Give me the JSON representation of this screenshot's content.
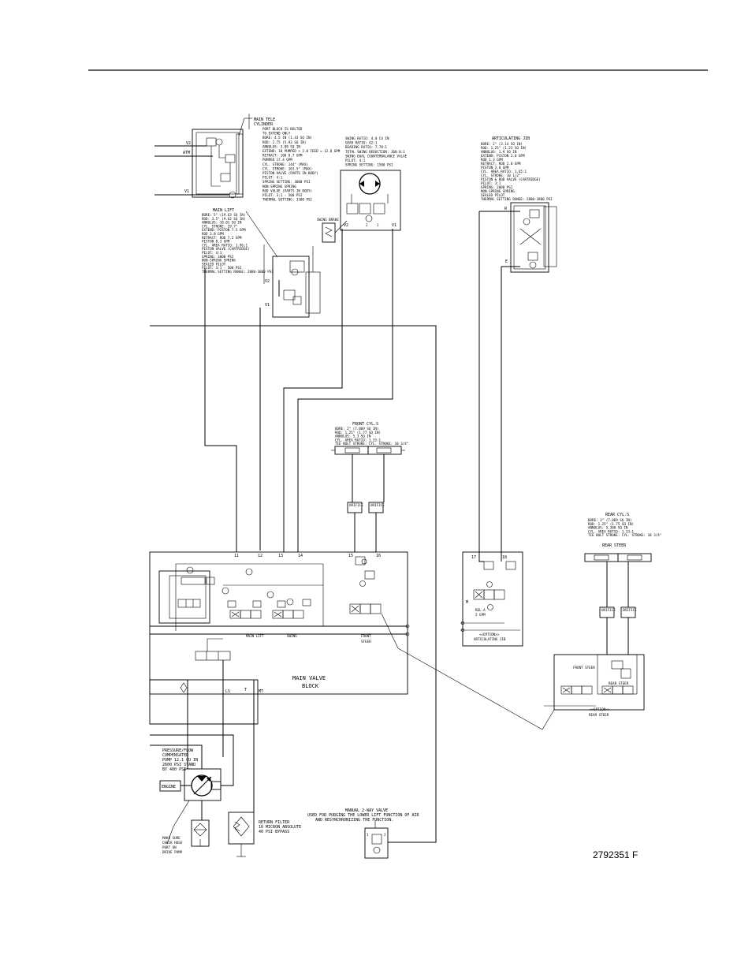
{
  "drawing_number": "2792351 F",
  "main_tele_cylinder": {
    "title": [
      "MAIN TELE",
      "CYLINDER"
    ],
    "specs": [
      "PORT BLOCK IS BOLTED",
      "TO EXTEND ONLY",
      "BORE: 4.5 IN (1.43 SQ IN)",
      "ROD: 2.75 (5.93 SQ IN)",
      "ANNULUS: 3.88 SQ IN",
      "EXTEND: 10 PUMPED + 2.8 FEED = 12.8 GPM",
      "RETRACT: 108 8.7 GPM",
      "PUMPED 17.4 GPM",
      "CYL. STROKE: 144\" (MAX)",
      "CYL. STROKE: 101.5\" (MAX)",
      "PISTON VALVE (PARTS IN BODY)",
      "PILOT: 4:1",
      "SPRING SETTING: 3000 PSI",
      "NON-SPRING SPRING",
      "ROD VALVE (PARTS IN BODY)",
      "PILOT: 3:1 - 500 PSI",
      "THERMAL SETTING: 3300 PSI"
    ],
    "port_labels": [
      "V2",
      "ATM",
      "V1"
    ]
  },
  "main_lift": {
    "title": "MAIN LIFT",
    "specs": [
      "BORE: 5\" (19.63 SQ IN)",
      "ROD: 3.5\" (9.62 SQ IN)",
      "ANNULUS: 10.01 SQ IN",
      "CYL. STROKE: 29.7\"",
      "EXTEND: PISTON 7.5 GPM",
      "ROD 3.8 GPM",
      "RETRACT: ROD 7.2 GPM",
      "PISTON 8.3 GPM",
      "CYL. AREA RATIO: 1.96:1",
      "PISTON VALVE (CARTRIDGE)",
      "PILOT: 4:1",
      "SPRING: 3000 PSI",
      "NON-SPRING SPRING",
      "SEALED PILOT",
      "PILOT: 3:1 - 500 PSI",
      "THERMAL SETTING RANGE: 2800-3800 PSI"
    ],
    "port_labels": [
      "V2",
      "V1"
    ]
  },
  "swing_motor": {
    "specs": [
      "SWING RATIO: 4.0 CU IN",
      "GEAR RATIO: 62:1",
      "BEARING RATIO: 7.78:1",
      "TOTAL SWING REDUCTION: 360.0:1",
      "SWING DUAL COUNTERBALANCE VALVE",
      "PILOT: 4:1",
      "SPRING SETTING: 1500 PSI"
    ],
    "brake_label": "SWING BRAKE",
    "port_labels": [
      "V2",
      "V1",
      "2",
      "1"
    ]
  },
  "articulating_jib": {
    "title": "ARTICULATING JIB",
    "specs": [
      "BORE: 2\" (3.14 SQ IN)",
      "ROD: 1.25\" (1.23 SQ IN)",
      "ANNULUS: 1.9 SQ IN",
      "EXTEND: PISTON 2.0 GPM",
      "ROD 1.3 GPM",
      "RETRACT: ROD 2.0 GPM",
      "PISTON 3.0 GPM",
      "CYL. AREA RATIO: 1.65:1",
      "CYL. STROKE: 10 1/2\"",
      "PISTON & ROD VALVE (CARTRIDGE)",
      "PILOT: 3:1",
      "SPRING: 2000 PSI",
      "NON-SPRING SPRING",
      "SEALED PILOT",
      "THERMAL SETTING RANGE: 2800-3800 PSI"
    ],
    "port_labels": [
      "R",
      "E"
    ]
  },
  "front_steer_cyl": {
    "title": "FRONT CYL.S",
    "specs": [
      "BORE: 2\" (7.069 SQ IN)",
      "ROD: 1.25\" (1.77 SQ IN)",
      "ANNULUS: 5.3 SQ IN",
      "CYL. AREA RATIO: 1.33:1",
      "TIE BOLT STROKE: CYL. STROKE: 10 3/4\""
    ],
    "orifice_labels": [
      "ORIFICE",
      "ORIFICE"
    ]
  },
  "rear_steer_cyl": {
    "title": "REAR CYL.S",
    "subtitle": "REAR STEER",
    "specs": [
      "BORE: 3\" (7.069 SQ IN)",
      "ROD: 1.25\" (1.75 SQ IN)",
      "ANNULUS: 5.300 SQ IN",
      "CYL. AREA RATIO: 1.33:1",
      "TIE BOLT STROKE: CYL. STROKE: 10 3/4\""
    ],
    "orifice_labels": [
      "ORIFICE",
      "ORIFICE"
    ]
  },
  "main_valve_block": {
    "title": [
      "MAIN VALVE",
      "BLOCK"
    ],
    "port_numbers": [
      "11",
      "12",
      "13",
      "14",
      "15",
      "16"
    ],
    "section_labels": [
      "MAIN LIFT",
      "SWING",
      "FRONT STEER"
    ],
    "bottom_ports": [
      "LS",
      "T",
      "MT"
    ]
  },
  "option_jib_block": {
    "port_numbers": [
      "17",
      "18"
    ],
    "port_m": "M",
    "relief": [
      "REL.A",
      "2 GPM"
    ],
    "caption": [
      "<<OPTION>>",
      "ARTICULATING JIB"
    ]
  },
  "option_rear_steer": {
    "labels": [
      "FRONT STEER",
      "REAR STEER"
    ],
    "caption": [
      "<<OPTION>>",
      "REAR STEER"
    ]
  },
  "pump": {
    "title": [
      "PRESSURE/FLOW",
      "COMPENSATED",
      "PUMP 12.1 CU IN",
      "2600 PSI STAND",
      "BY 400 PSI"
    ],
    "engine_label": "ENGINE",
    "hose_note": [
      "MAKE SURE",
      "CHECK HOSE",
      "PORT ON",
      "DRIVE PUMP"
    ]
  },
  "return_filter": {
    "text": [
      "RETURN FILTER",
      "10 MICRON ABSOLUTE",
      "40 PSI BYPASS"
    ]
  },
  "manual_valve": {
    "note": [
      "MANUAL 2-WAY VALVE",
      "USED FOR PURGING THE LOWER LIFT FUNCTION OF AIR",
      "AND RESYNCHRONIZING THE FUNCTION."
    ],
    "port_numbers": [
      "1",
      "2"
    ]
  }
}
